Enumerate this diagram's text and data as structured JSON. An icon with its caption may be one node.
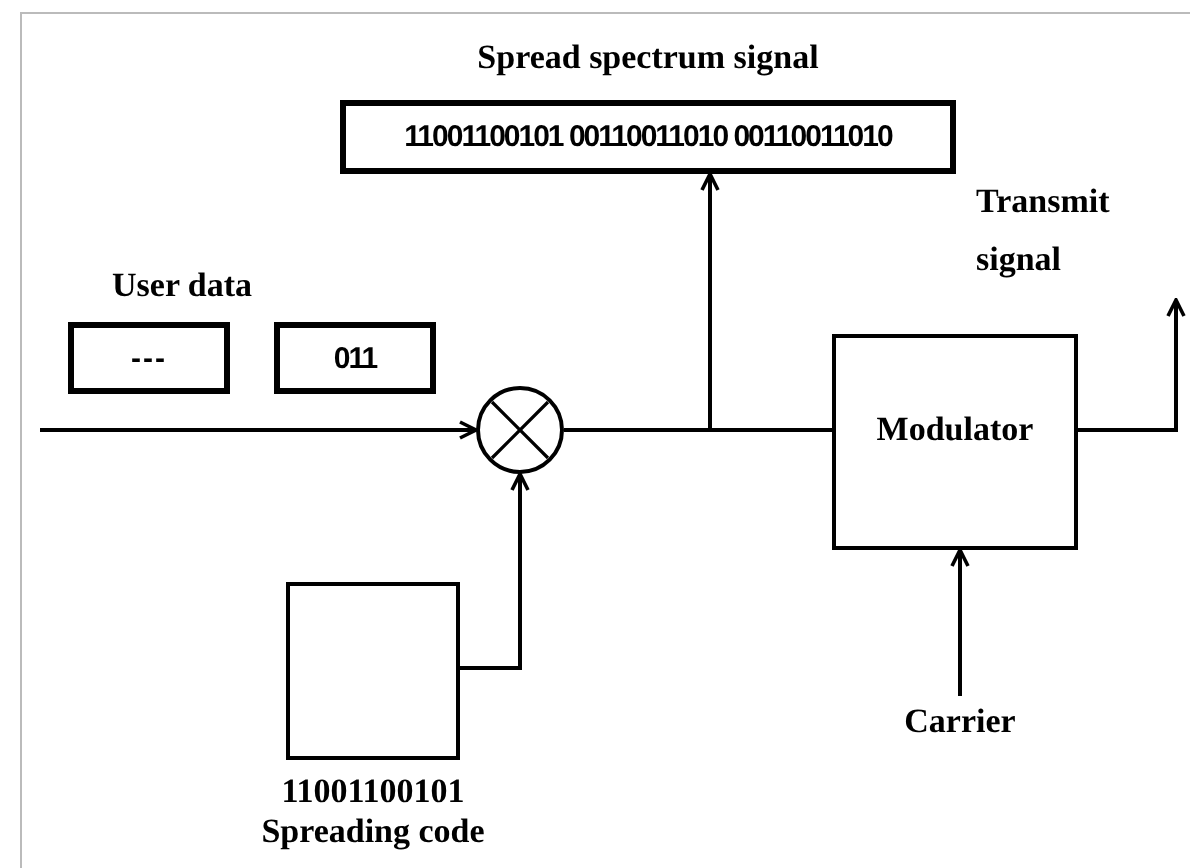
{
  "diagram": {
    "nodes": [
      {
        "text": [
          "Spread spectrum signal",
          "11001100101 00110011010 00110011010"
        ]
      },
      {
        "text": [
          "---"
        ]
      },
      {
        "text": [
          "011"
        ]
      },
      {
        "text": [],
        "shape": "circle"
      },
      {
        "text": [
          "Modulator"
        ]
      },
      {
        "text": [],
        "shape": "box",
        "beside": [
          "11001100101",
          "Spreading code"
        ]
      },
      {
        "text": [
          "Carrier"
        ]
      }
    ],
    "edges": [
      {
        "from": null,
        "to": 3,
        "arrow": "to"
      },
      {
        "from": 3,
        "to": 4,
        "arrow": "none"
      },
      {
        "from": 3,
        "to": 0,
        "arrow": "to"
      },
      {
        "from": 5,
        "to": 3,
        "arrow": "to"
      },
      {
        "from": 6,
        "to": 4,
        "arrow": "to"
      },
      {
        "from": 4,
        "to": null,
        "arrow": "to"
      }
    ],
    "labels": [
      "User data",
      "Transmit signal"
    ]
  }
}
